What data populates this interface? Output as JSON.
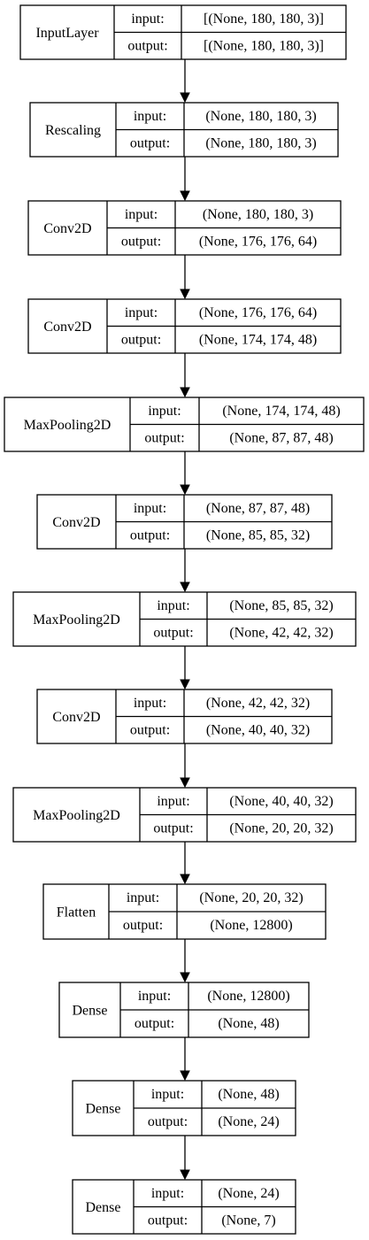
{
  "diagram": {
    "port_labels": {
      "input": "input:",
      "output": "output:"
    },
    "layers": [
      {
        "name": "InputLayer",
        "input": "[(None, 180, 180, 3)]",
        "output": "[(None, 180, 180, 3)]"
      },
      {
        "name": "Rescaling",
        "input": "(None, 180, 180, 3)",
        "output": "(None, 180, 180, 3)"
      },
      {
        "name": "Conv2D",
        "input": "(None, 180, 180, 3)",
        "output": "(None, 176, 176, 64)"
      },
      {
        "name": "Conv2D",
        "input": "(None, 176, 176, 64)",
        "output": "(None, 174, 174, 48)"
      },
      {
        "name": "MaxPooling2D",
        "input": "(None, 174, 174, 48)",
        "output": "(None, 87, 87, 48)"
      },
      {
        "name": "Conv2D",
        "input": "(None, 87, 87, 48)",
        "output": "(None, 85, 85, 32)"
      },
      {
        "name": "MaxPooling2D",
        "input": "(None, 85, 85, 32)",
        "output": "(None, 42, 42, 32)"
      },
      {
        "name": "Conv2D",
        "input": "(None, 42, 42, 32)",
        "output": "(None, 40, 40, 32)"
      },
      {
        "name": "MaxPooling2D",
        "input": "(None, 40, 40, 32)",
        "output": "(None, 20, 20, 32)"
      },
      {
        "name": "Flatten",
        "input": "(None, 20, 20, 32)",
        "output": "(None, 12800)"
      },
      {
        "name": "Dense",
        "input": "(None, 12800)",
        "output": "(None, 48)"
      },
      {
        "name": "Dense",
        "input": "(None, 48)",
        "output": "(None, 24)"
      },
      {
        "name": "Dense",
        "input": "(None, 24)",
        "output": "(None, 7)"
      }
    ]
  }
}
